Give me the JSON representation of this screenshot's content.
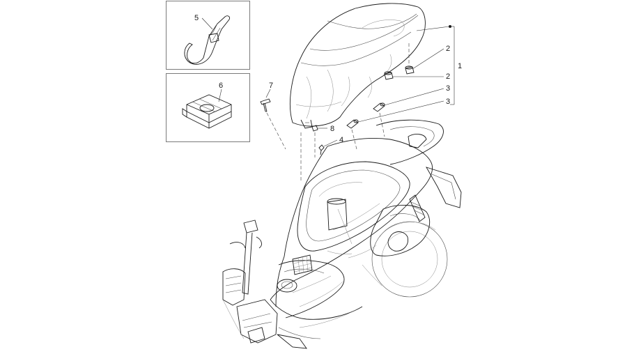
{
  "callouts": {
    "c1": "1",
    "c2a": "2",
    "c2b": "2",
    "c3a": "3",
    "c3b": "3",
    "c4": "4",
    "c5": "5",
    "c6": "6",
    "c7": "7",
    "c8": "8"
  },
  "parts": {
    "seat": "saddle",
    "frame": "scooter-frame",
    "hook": "helmet-hook",
    "clip": "retaining-clip",
    "pin": "hinge-pin",
    "bumper": "rubber-buffer",
    "spacer": "spacer",
    "screw": "screw",
    "nut": "nut"
  },
  "colors": {
    "line": "#1a1a1a",
    "frame_box": "#7a7a7a",
    "background": "#ffffff"
  }
}
